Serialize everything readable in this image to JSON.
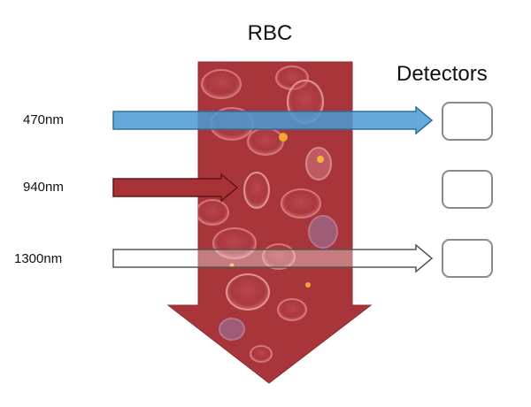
{
  "title": "RBC",
  "detectors_label": "Detectors",
  "beams": [
    {
      "label": "470nm",
      "color": "#4a9bd4",
      "passes_through": true
    },
    {
      "label": "940nm",
      "color": "#a83236",
      "passes_through": false
    },
    {
      "label": "1300nm",
      "color": "#ffffff",
      "passes_through": true
    }
  ],
  "flow_arrow_color": "#a8353a",
  "detector_count": 3
}
